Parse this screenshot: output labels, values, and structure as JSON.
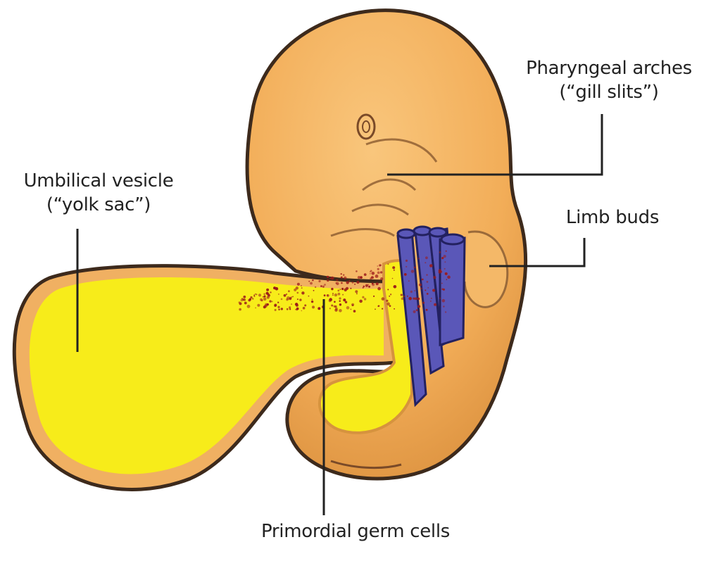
{
  "labels": {
    "pharyngeal": {
      "line1": "Pharyngeal arches",
      "line2": "(“gill slits”)"
    },
    "limb": {
      "line1": "Limb buds"
    },
    "umbilical": {
      "line1": "Umbilical vesicle",
      "line2": "(“yolk sac”)"
    },
    "germ": {
      "line1": "Primordial germ cells"
    }
  },
  "colors": {
    "embryo": "#f5b35f",
    "embryo_outline": "#4a3020",
    "yolk": "#f7ec1a",
    "yolk_rim": "#e8a050",
    "vessels": "#5a57b8",
    "germ_cells": "#9b1a1a",
    "leader_line": "#222222"
  }
}
